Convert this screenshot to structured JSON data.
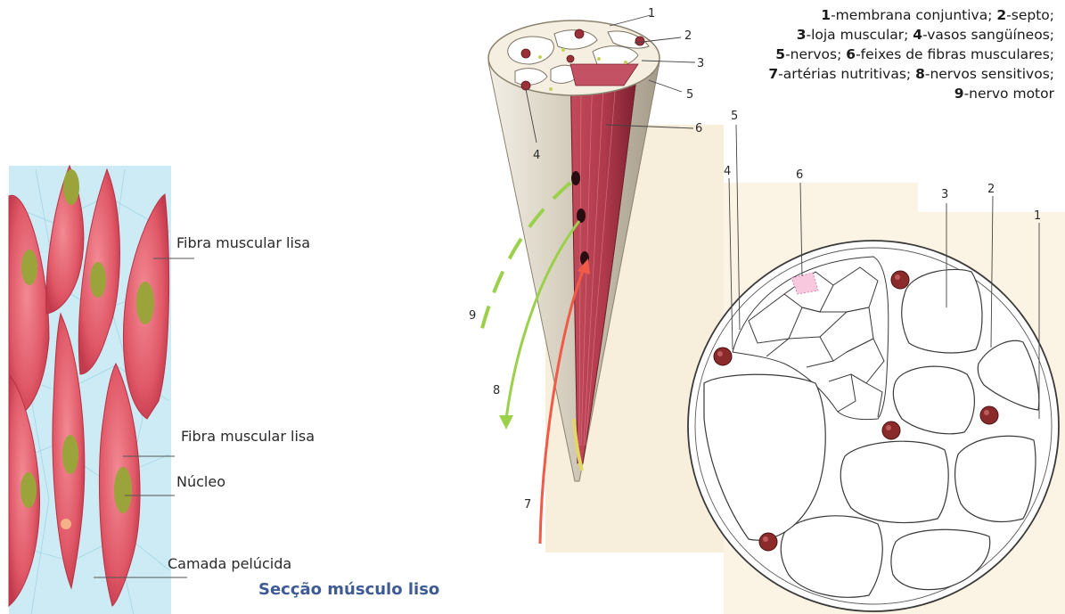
{
  "smooth_muscle": {
    "labels": {
      "fibra_top": "Fibra muscular lisa",
      "fibra_mid": "Fibra muscular lisa",
      "nucleo": "Núcleo",
      "camada": "Camada pelúcida"
    },
    "caption": "Secção músculo liso",
    "colors": {
      "cell": "#e35a6a",
      "nucleus": "#9aa43a",
      "matrix": "#bfe6f1"
    }
  },
  "muscle_cone": {
    "numbers": [
      "1",
      "2",
      "3",
      "4",
      "5",
      "6",
      "9",
      "8",
      "7"
    ],
    "colors": {
      "fascicle": "#a0303e",
      "nerve_motor": "#88c23a",
      "artery": "#ef5a4a",
      "skin": "#d8d2c4"
    }
  },
  "cross_section": {
    "numbers": [
      "4",
      "5",
      "6",
      "3",
      "2",
      "1"
    ],
    "colors": {
      "vessel": "#8a2a2a",
      "background": "#fbf3e3"
    }
  },
  "legend": [
    {
      "num": "1",
      "text": "-membrana conjuntiva; "
    },
    {
      "num": "2",
      "text": "-septo;"
    },
    {
      "num": "3",
      "text": "-loja muscular; "
    },
    {
      "num": "4",
      "text": "-vasos sangüíneos;"
    },
    {
      "num": "5",
      "text": "-nervos; "
    },
    {
      "num": "6",
      "text": "-feixes de fibras musculares;"
    },
    {
      "num": "7",
      "text": "-artérias nutritivas; "
    },
    {
      "num": "8",
      "text": "-nervos sensitivos;"
    },
    {
      "num": "9",
      "text": "-nervo motor"
    }
  ]
}
